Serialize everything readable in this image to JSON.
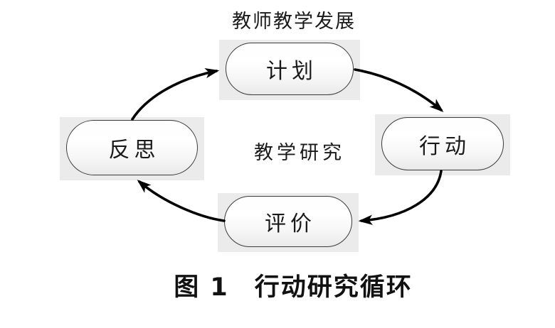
{
  "figure": {
    "top_label": "教师教学发展",
    "center_label": "教学研究",
    "caption": {
      "prefix": "图 1",
      "title": "行动研究循环"
    }
  },
  "nodes": [
    {
      "id": "plan",
      "label": "计划"
    },
    {
      "id": "action",
      "label": "行动"
    },
    {
      "id": "evaluate",
      "label": "评价"
    },
    {
      "id": "reflect",
      "label": "反思"
    }
  ],
  "arrows": [
    {
      "from": "plan",
      "to": "action"
    },
    {
      "from": "action",
      "to": "evaluate"
    },
    {
      "from": "evaluate",
      "to": "reflect"
    },
    {
      "from": "reflect",
      "to": "plan"
    }
  ],
  "colors": {
    "background": "#ffffff",
    "node_border": "#3a3a3a",
    "node_fill_top": "#ffffff",
    "node_fill_bottom": "#e9e9e9",
    "node_band": "#ebebeb",
    "arrow": "#000000",
    "text": "#1a1a1a"
  }
}
